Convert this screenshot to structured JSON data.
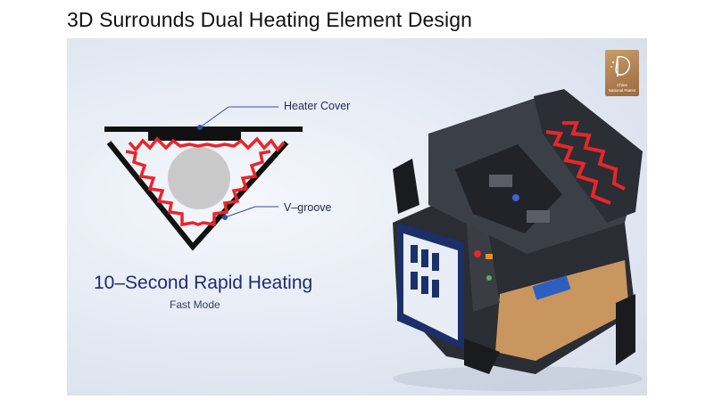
{
  "title": "3D Surrounds Dual Heating Element Design",
  "callouts": {
    "heater_cover": "Heater Cover",
    "v_groove": "V–groove"
  },
  "headline": "10–Second Rapid Heating",
  "subheadline": "Fast Mode",
  "badge": {
    "line1": "China",
    "line2": "National Patent"
  },
  "colors": {
    "accent_blue": "#1d2c6b",
    "heater_red": "#e8262b",
    "panel_bg": "#e3e9f3"
  },
  "icons": [
    "heater-diagram",
    "fiber-splicer-machine",
    "patent-badge-icon"
  ]
}
